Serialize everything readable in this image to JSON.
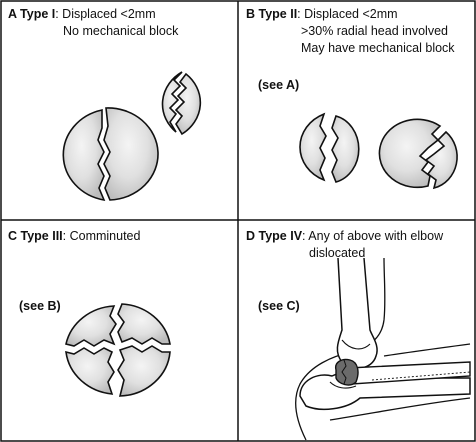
{
  "panels": {
    "a": {
      "letter_type": "A Type I",
      "line1": ": Displaced <2mm",
      "line2": "No mechanical block"
    },
    "b": {
      "letter_type": "B Type II",
      "line1": ": Displaced <2mm",
      "line2": ">30% radial head involved",
      "line3": "May have mechanical block",
      "see": "(see A)"
    },
    "c": {
      "letter_type": "C Type III",
      "line1": ": Comminuted",
      "see": "(see B)"
    },
    "d": {
      "letter_type": "D Type IV",
      "line1": ": Any of above with elbow",
      "line2": "dislocated",
      "see": "(see C)"
    }
  },
  "colors": {
    "border": "#111111",
    "fill_light": "#f4f4f4",
    "fill_dark": "#c4c4c4"
  }
}
